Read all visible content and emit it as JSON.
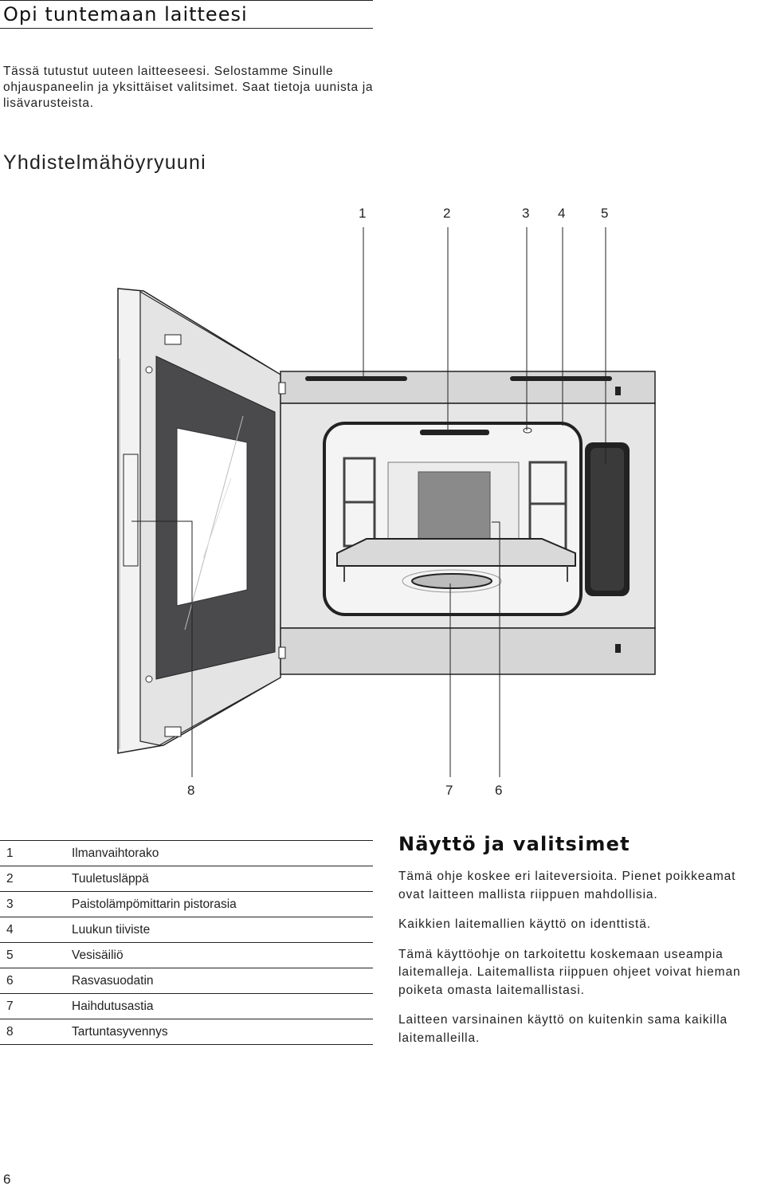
{
  "header": {
    "title": "Opi tuntemaan laitteesi"
  },
  "intro": {
    "text": "Tässä tutustut uuteen laitteeseesi. Selostamme Sinulle ohjauspaneelin ja yksittäiset valitsimet. Saat tietoja uunista ja lisävarusteista."
  },
  "section": {
    "title": "Yhdistelmähöyryuuni"
  },
  "callouts": {
    "n1": "1",
    "n2": "2",
    "n3": "3",
    "n4": "4",
    "n5": "5",
    "n6": "6",
    "n7": "7",
    "n8": "8"
  },
  "parts": [
    {
      "num": "1",
      "label": "Ilmanvaihtorako"
    },
    {
      "num": "2",
      "label": "Tuuletusläppä"
    },
    {
      "num": "3",
      "label": "Paistolämpömittarin pistorasia"
    },
    {
      "num": "4",
      "label": "Luukun tiiviste"
    },
    {
      "num": "5",
      "label": "Vesisäiliö"
    },
    {
      "num": "6",
      "label": "Rasvasuodatin"
    },
    {
      "num": "7",
      "label": "Haihdutusastia"
    },
    {
      "num": "8",
      "label": "Tartuntasyvennys"
    }
  ],
  "display_section": {
    "title": "Näyttö ja valitsimet",
    "p1": "Tämä ohje koskee eri laiteversioita. Pienet poikkeamat ovat laitteen mallista riippuen mahdollisia.",
    "p2": "Kaikkien laitemallien käyttö on identtistä.",
    "p3": "Tämä käyttöohje on tarkoitettu koskemaan useampia laitemalleja. Laitemallista riippuen ohjeet voivat hieman poiketa omasta laitemallistasi.",
    "p4": "Laitteen varsinainen käyttö on kuitenkin sama kaikilla laitemalleilla."
  },
  "footer": {
    "page_number": "6"
  },
  "colors": {
    "door_glass": "#4a4a4d",
    "cavity": "#e8e8e8",
    "steel": "#cfcfcf",
    "line": "#222222"
  }
}
